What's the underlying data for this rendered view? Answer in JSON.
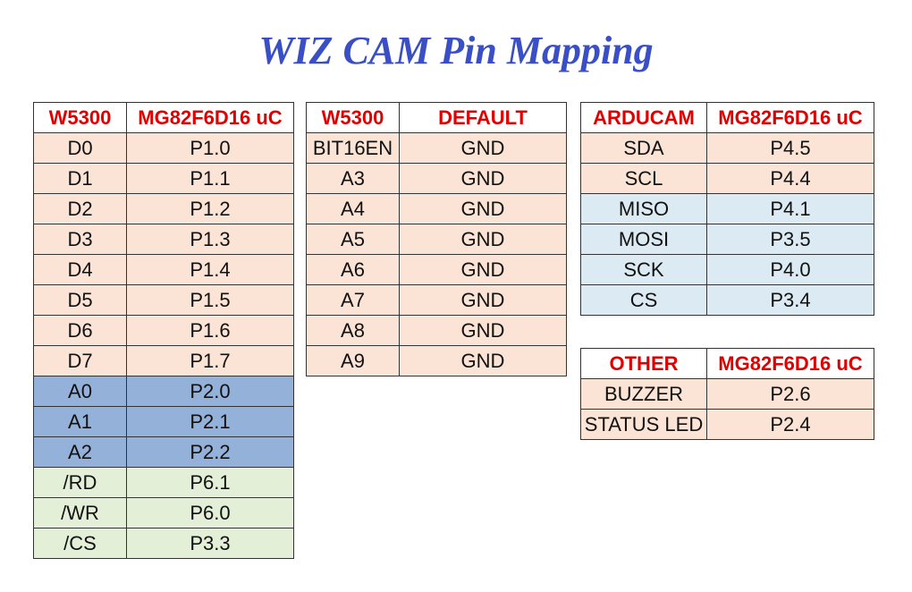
{
  "title": "WIZ CAM Pin Mapping",
  "colors": {
    "title": "#3a4fc6",
    "header_text": "#e00000",
    "peach": "#fbe3d5",
    "blue": "#93b1d9",
    "green": "#e4efd8",
    "light_blue": "#dcebf3"
  },
  "tables": [
    {
      "headers": [
        "W5300",
        "MG82F6D16 uC"
      ],
      "rows": [
        {
          "cells": [
            "D0",
            "P1.0"
          ],
          "color": "peach"
        },
        {
          "cells": [
            "D1",
            "P1.1"
          ],
          "color": "peach"
        },
        {
          "cells": [
            "D2",
            "P1.2"
          ],
          "color": "peach"
        },
        {
          "cells": [
            "D3",
            "P1.3"
          ],
          "color": "peach"
        },
        {
          "cells": [
            "D4",
            "P1.4"
          ],
          "color": "peach"
        },
        {
          "cells": [
            "D5",
            "P1.5"
          ],
          "color": "peach"
        },
        {
          "cells": [
            "D6",
            "P1.6"
          ],
          "color": "peach"
        },
        {
          "cells": [
            "D7",
            "P1.7"
          ],
          "color": "peach"
        },
        {
          "cells": [
            "A0",
            "P2.0"
          ],
          "color": "blue"
        },
        {
          "cells": [
            "A1",
            "P2.1"
          ],
          "color": "blue"
        },
        {
          "cells": [
            "A2",
            "P2.2"
          ],
          "color": "blue"
        },
        {
          "cells": [
            "/RD",
            "P6.1"
          ],
          "color": "green"
        },
        {
          "cells": [
            "/WR",
            "P6.0"
          ],
          "color": "green"
        },
        {
          "cells": [
            "/CS",
            "P3.3"
          ],
          "color": "green"
        }
      ]
    },
    {
      "headers": [
        "W5300",
        "DEFAULT"
      ],
      "rows": [
        {
          "cells": [
            "BIT16EN",
            "GND"
          ],
          "color": "peach"
        },
        {
          "cells": [
            "A3",
            "GND"
          ],
          "color": "peach"
        },
        {
          "cells": [
            "A4",
            "GND"
          ],
          "color": "peach"
        },
        {
          "cells": [
            "A5",
            "GND"
          ],
          "color": "peach"
        },
        {
          "cells": [
            "A6",
            "GND"
          ],
          "color": "peach"
        },
        {
          "cells": [
            "A7",
            "GND"
          ],
          "color": "peach"
        },
        {
          "cells": [
            "A8",
            "GND"
          ],
          "color": "peach"
        },
        {
          "cells": [
            "A9",
            "GND"
          ],
          "color": "peach"
        }
      ]
    },
    {
      "headers": [
        "ARDUCAM",
        "MG82F6D16 uC"
      ],
      "rows": [
        {
          "cells": [
            "SDA",
            "P4.5"
          ],
          "color": "peach"
        },
        {
          "cells": [
            "SCL",
            "P4.4"
          ],
          "color": "peach"
        },
        {
          "cells": [
            "MISO",
            "P4.1"
          ],
          "color": "light_blue"
        },
        {
          "cells": [
            "MOSI",
            "P3.5"
          ],
          "color": "light_blue"
        },
        {
          "cells": [
            "SCK",
            "P4.0"
          ],
          "color": "light_blue"
        },
        {
          "cells": [
            "CS",
            "P3.4"
          ],
          "color": "light_blue"
        }
      ]
    },
    {
      "headers": [
        "OTHER",
        "MG82F6D16 uC"
      ],
      "rows": [
        {
          "cells": [
            "BUZZER",
            "P2.6"
          ],
          "color": "peach"
        },
        {
          "cells": [
            "STATUS LED",
            "P2.4"
          ],
          "color": "peach"
        }
      ]
    }
  ]
}
